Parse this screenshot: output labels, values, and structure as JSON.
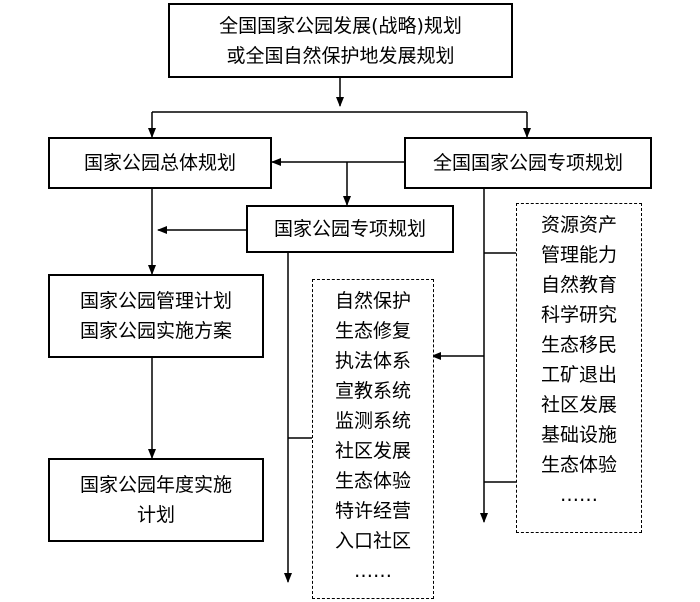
{
  "boxes": {
    "national_plan": [
      "全国国家公园发展(战略)规划",
      "或全国自然保护地发展规划"
    ],
    "master_plan": "国家公园总体规划",
    "national_special": "全国国家公园专项规划",
    "park_special": "国家公园专项规划",
    "management": [
      "国家公园管理计划",
      "国家公园实施方案"
    ],
    "annual": [
      "国家公园年度实施",
      "计划"
    ]
  },
  "lists": {
    "park_special_topics": [
      "自然保护",
      "生态修复",
      "执法体系",
      "宣教系统",
      "监测系统",
      "社区发展",
      "生态体验",
      "特许经营",
      "入口社区",
      "……"
    ],
    "national_special_topics": [
      "资源资产",
      "管理能力",
      "自然教育",
      "科学研究",
      "生态移民",
      "工矿退出",
      "社区发展",
      "基础设施",
      "生态体验",
      "……"
    ]
  }
}
